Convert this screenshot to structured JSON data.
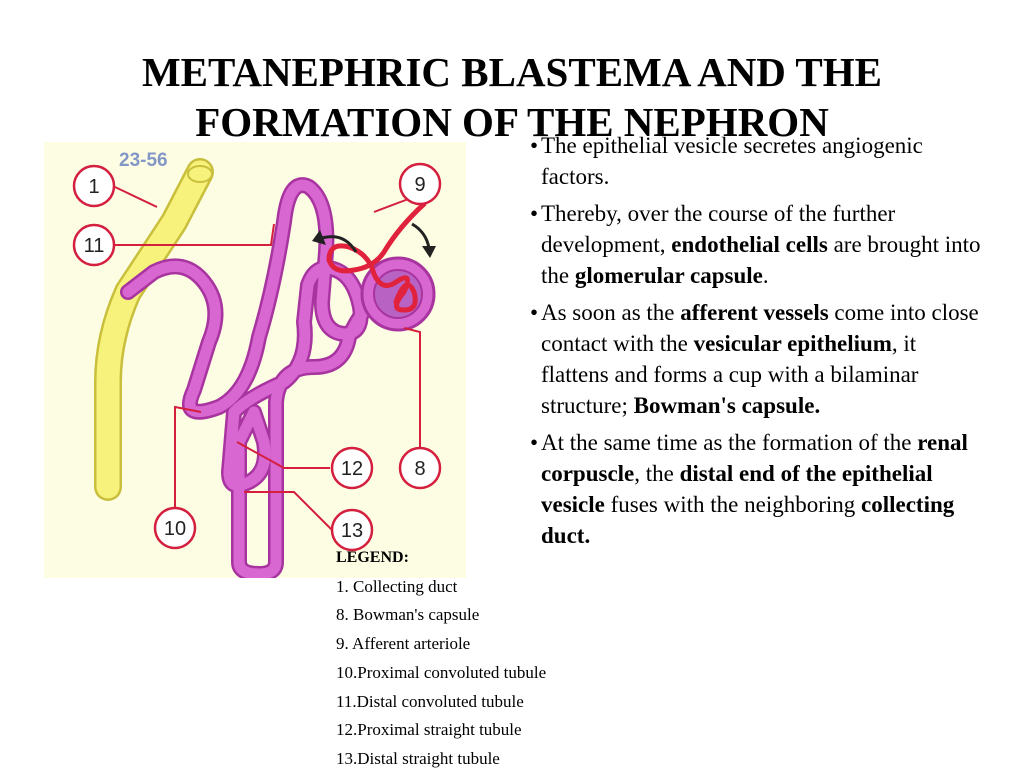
{
  "slide": {
    "title_lines": [
      "METANEPHRIC BLASTEMA AND THE",
      "FORMATION OF THE NEPHRON"
    ]
  },
  "figure": {
    "caption_number": "23-56",
    "callouts": [
      {
        "key": "1",
        "text": "1"
      },
      {
        "key": "11",
        "text": "11"
      },
      {
        "key": "9",
        "text": "9"
      },
      {
        "key": "12",
        "text": "12"
      },
      {
        "key": "8",
        "text": "8"
      },
      {
        "key": "10",
        "text": "10"
      },
      {
        "key": "13",
        "text": "13"
      }
    ],
    "colors": {
      "tubule": "#d867d2",
      "tubule_edge": "#a8349f",
      "collecting_duct": "#f6f27c",
      "collecting_duct_edge": "#c9bf3c",
      "vessel": "#e0223c",
      "callout": "#d41f3e",
      "background": "#fdfde4",
      "caption": "#8397c6",
      "glomerulus": "#b862c4"
    }
  },
  "legend": {
    "title": "LEGEND:",
    "items": [
      "1. Collecting duct",
      "8. Bowman's capsule",
      "9. Afferent arteriole",
      "10.Proximal convoluted tubule",
      "11.Distal convoluted tubule",
      "12.Proximal straight tubule",
      "13.Distal straight tubule"
    ]
  },
  "bullets": [
    [
      {
        "text": "The epithelial vesicle secretes angiogenic factors.",
        "bold": false
      }
    ],
    [
      {
        "text": "Thereby, over the course of the further development, ",
        "bold": false
      },
      {
        "text": "endothelial cells",
        "bold": true
      },
      {
        "text": " are brought into the ",
        "bold": false
      },
      {
        "text": "glomerular capsule",
        "bold": true
      },
      {
        "text": ".",
        "bold": false
      }
    ],
    [
      {
        "text": "As soon as the ",
        "bold": false
      },
      {
        "text": "afferent vessels",
        "bold": true
      },
      {
        "text": " come into close contact with the ",
        "bold": false
      },
      {
        "text": "vesicular epithelium",
        "bold": true
      },
      {
        "text": ", it flattens and forms a cup with a bilaminar structure; ",
        "bold": false
      },
      {
        "text": "Bowman's capsule.",
        "bold": true
      }
    ],
    [
      {
        "text": "At the same time as the formation of the ",
        "bold": false
      },
      {
        "text": "renal corpuscle",
        "bold": true
      },
      {
        "text": ", the ",
        "bold": false
      },
      {
        "text": "distal end of the epithelial vesicle",
        "bold": true
      },
      {
        "text": " fuses with the neighboring ",
        "bold": false
      },
      {
        "text": "collecting duct.",
        "bold": true
      }
    ]
  ]
}
